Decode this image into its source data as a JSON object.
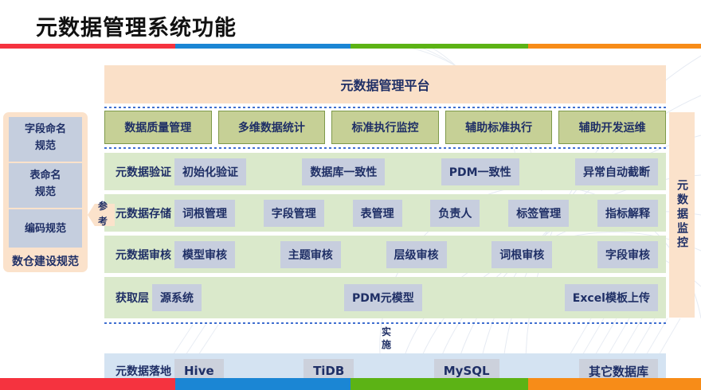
{
  "header": {
    "title": "元数据管理系统功能",
    "rule_colors": [
      "#f5333f",
      "#1b86d4",
      "#5cb315",
      "#f78c18"
    ]
  },
  "left_panel": {
    "name": "数仓建设规范",
    "items": [
      {
        "line1": "字段命名",
        "line2": "规范"
      },
      {
        "line1": "表命名",
        "line2": "规范"
      },
      {
        "line1": "编码规范",
        "line2": ""
      }
    ]
  },
  "reference_arrow": {
    "label": "参考"
  },
  "right_panel": {
    "label": "元数据监控"
  },
  "platform": {
    "title": "元数据管理平台"
  },
  "feature_row": {
    "chips": [
      "数据质量管理",
      "多维数据统计",
      "标准执行监控",
      "辅助标准执行",
      "辅助开发运维"
    ]
  },
  "rows": [
    {
      "label": "元数据验证",
      "chips": [
        "初始化验证",
        "数据库一致性",
        "PDM一致性",
        "异常自动截断"
      ]
    },
    {
      "label": "元数据存储",
      "chips": [
        "词根管理",
        "字段管理",
        "表管理",
        "负责人",
        "标签管理",
        "指标解释"
      ]
    },
    {
      "label": "元数据审核",
      "chips": [
        "模型审核",
        "主题审核",
        "层级审核",
        "词根审核",
        "字段审核"
      ]
    },
    {
      "label": "获取层",
      "chips": [
        "源系统",
        "PDM元模型",
        "Excel模板上传"
      ]
    }
  ],
  "implementation": {
    "label": "实施"
  },
  "storage_row": {
    "label": "元数据落地",
    "chips": [
      "Hive",
      "TiDB",
      "MySQL",
      "其它数据库"
    ]
  },
  "colors": {
    "peach": "#fbe2cb",
    "green_band": "#dae9cb",
    "green_chip": "#c6d096",
    "green_chip_border": "#7e9949",
    "gray_blue_chip": "#c7cede",
    "blue_band": "#d4e3f2",
    "text_navy": "#1f2f66"
  }
}
